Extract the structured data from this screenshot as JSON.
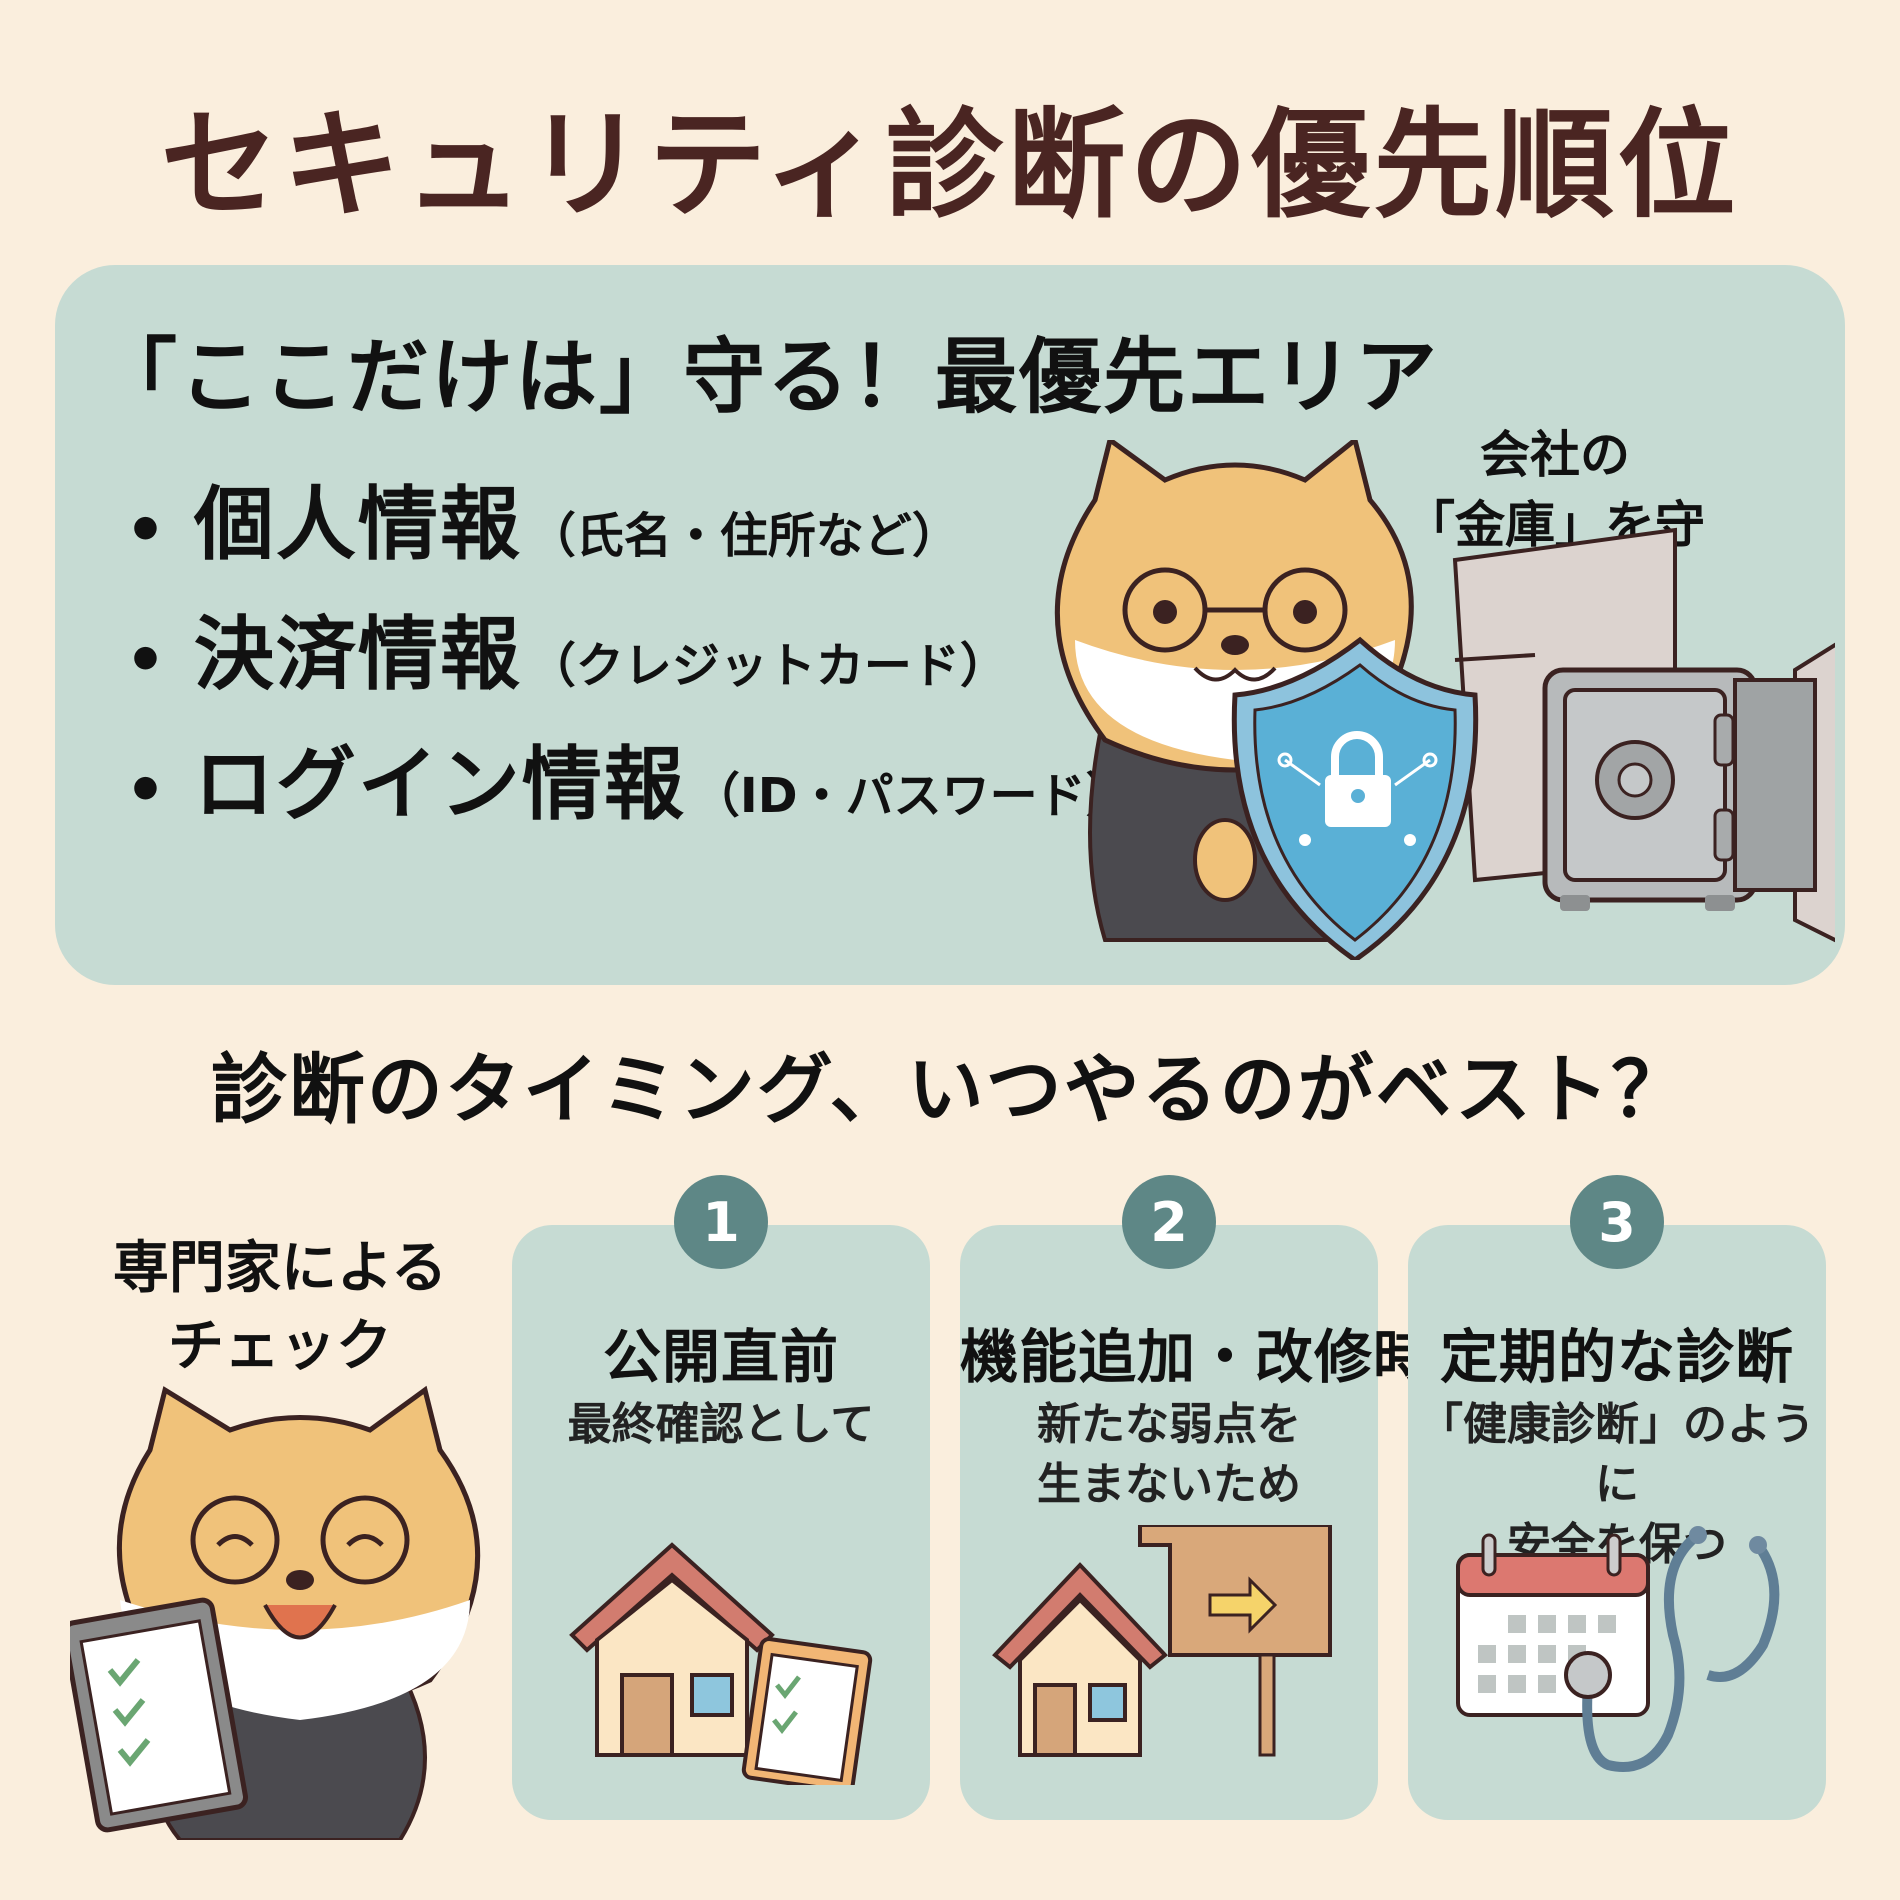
{
  "title": "セキュリティ診断の優先順位",
  "priority_panel": {
    "heading": "「ここだけは」守る！最優先エリア",
    "bullet_marker": "•",
    "items": [
      {
        "label": "個人情報",
        "note": "（氏名・住所など）"
      },
      {
        "label": "決済情報",
        "note": "（クレジットカード）"
      },
      {
        "label": "ログイン情報",
        "note": "（ID・パスワード）"
      }
    ],
    "caption_line1": "会社の",
    "caption_line2": "「金庫」を守る！",
    "illustration": "mascot-with-shield-and-safe"
  },
  "timing": {
    "heading": "診断のタイミング、いつやるのがベスト？",
    "expert_caption_line1": "専門家による",
    "expert_caption_line2": "チェック",
    "cards": [
      {
        "number": "1",
        "title": "公開直前",
        "desc_line1": "最終確認として",
        "desc_line2": "",
        "icon": "house-clipboard-icon"
      },
      {
        "number": "2",
        "title": "機能追加・改修時",
        "desc_line1": "新たな弱点を",
        "desc_line2": "生まないため",
        "icon": "house-extension-icon"
      },
      {
        "number": "3",
        "title": "定期的な診断",
        "desc_line1": "「健康診断」のように",
        "desc_line2": "安全を保つ",
        "icon": "calendar-stethoscope-icon"
      }
    ]
  },
  "colors": {
    "background": "#faeedd",
    "panel": "#c6dbd3",
    "title": "#4a2522",
    "badge": "#5e8786"
  }
}
